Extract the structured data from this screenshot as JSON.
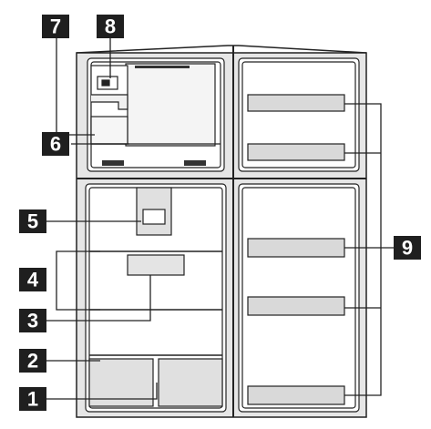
{
  "labels": {
    "l1": "1",
    "l2": "2",
    "l3": "3",
    "l4": "4",
    "l5": "5",
    "l6": "6",
    "l7": "7",
    "l8": "8",
    "l9": "9"
  },
  "colors": {
    "label_bg": "#1f1f1f",
    "label_text": "#ffffff",
    "outline": "#222222",
    "cabinet_fill": "#e6e6e6",
    "interior_fill": "#ffffff",
    "shelf_fill": "#d9d9d9"
  }
}
